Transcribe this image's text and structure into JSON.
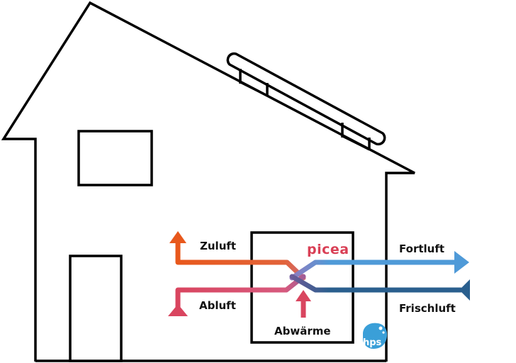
{
  "labels": {
    "zuluft": "Zuluft",
    "abluft": "Abluft",
    "fortluft": "Fortluft",
    "frischluft": "Frischluft",
    "abwaerme": "Abwärme"
  },
  "brand": {
    "device_logo": "picea",
    "corner_logo": "hps"
  },
  "colors": {
    "zuluft": "#e8581c",
    "abluft": "#d9455f",
    "fortluft": "#4f9ad8",
    "frischluft": "#2a5f8e",
    "abwaerme": "#d9455f",
    "picea": "#d93f55",
    "hps_logo": "#3a9fd8",
    "outline": "#000000"
  }
}
